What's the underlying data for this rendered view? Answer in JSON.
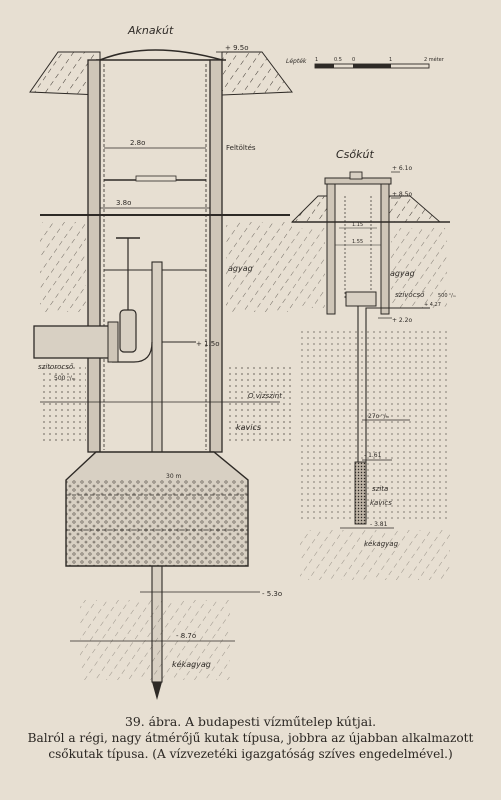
{
  "left_well": {
    "title": "Aknakút",
    "elev_top": "+ 9.5o",
    "width_upper": "2.8o",
    "width_lower": "3.8o",
    "filling": "Feltöltés",
    "clay": "agyag",
    "elev_pipe": "+ 1.5o",
    "pipe_label": "szitorocső",
    "pipe_dim": "500 ⁿ/ₘ",
    "water_level": "O vízszint",
    "gravel": "kavics",
    "dim_30": "30 m",
    "elev_minus530": "- 5.3o",
    "elev_minus870": "- 8.7o",
    "blue_clay": "kékagyag"
  },
  "right_well": {
    "title": "Csőkút",
    "elev_610": "+ 6.1o",
    "elev_850": "+ 8.5o",
    "dim_inner": "1.15",
    "dim_outer": "1.55",
    "clay": "agyag",
    "pipe_label": "szívócső",
    "pipe_dim": "500 ⁿ/ₘ",
    "elev_427": "+ 4.27",
    "elev_220": "+ 2.2o",
    "diam_label": "27o ⁿ/ₘ",
    "elev_minus161": "- 1.61",
    "screen": "szita",
    "gravel": "kavics",
    "elev_minus381": "- 3.81",
    "blue_clay": "kékagyag"
  },
  "scale": {
    "label": "Lépték",
    "ticks": [
      "1",
      "0.5",
      "0",
      "1",
      "2 méter"
    ]
  },
  "caption": {
    "line1": "39. ábra. A budapesti vízműtelep kútjai.",
    "line2": "Balról a régi, nagy átmérőjű kutak típusa, jobbra az újabban alkalmazott",
    "line3": "csőkutak típusa. (A vízvezetéki igazgatóság szíves engedelmével.)"
  },
  "colors": {
    "paper": "#e7dfd2",
    "ink": "#2e2a26"
  }
}
